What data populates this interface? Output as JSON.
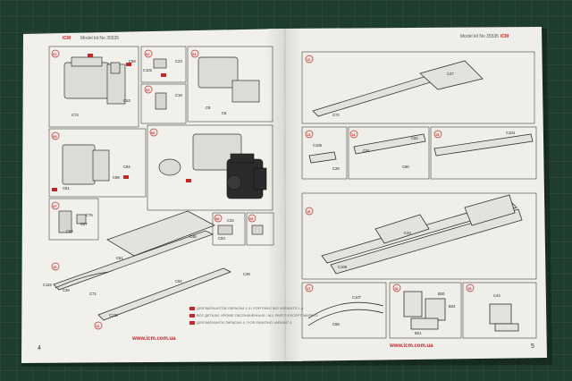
{
  "header_left": "Model kit No 35535",
  "header_right_left": "Model kit No 35535",
  "brand": "ICM",
  "left_page": {
    "number": "4",
    "url": "www.icm.com.ua",
    "steps": [
      "01",
      "02",
      "03",
      "04",
      "05",
      "06",
      "07",
      "08",
      "09",
      "10",
      "11"
    ],
    "labels": [
      "C58",
      "C102",
      "C73",
      "C53",
      "C23",
      "C9",
      "C8",
      "C19",
      "C81",
      "C96",
      "C94",
      "C75",
      "C57",
      "C64",
      "C76",
      "C70",
      "C34",
      "C93",
      "C46",
      "C81",
      "C115",
      "C39",
      "C71",
      "C64",
      "C39",
      "C115"
    ],
    "legend": [
      "ДЛЯ ВАРИАНТОВ ОКРАСКИ 1-4 / FOR PAINTING VARIANTS 1-4",
      "ВСЕ ДЕТАЛИ, КРОМЕ ОБОЗНАЧЕННЫХ / ALL PARTS EXCEPT MARKED",
      "ДЛЯ ВАРИАНТА ОКРАСКИ 4 / FOR PAINTING VARIANT 4"
    ]
  },
  "right_page": {
    "number": "5",
    "url": "www.icm.com.ua",
    "steps": [
      "12",
      "13",
      "14",
      "15",
      "16",
      "17",
      "18",
      "19"
    ],
    "labels": [
      "C47",
      "C72",
      "C105",
      "C26",
      "C91",
      "C92",
      "C90",
      "C104",
      "C43",
      "C108",
      "C107",
      "C68",
      "B20",
      "B24",
      "B21",
      "C44"
    ]
  },
  "colors": {
    "mat": "#1f3d2f",
    "paper": "#f0efea",
    "accent": "#c0282a",
    "line": "#333333"
  }
}
